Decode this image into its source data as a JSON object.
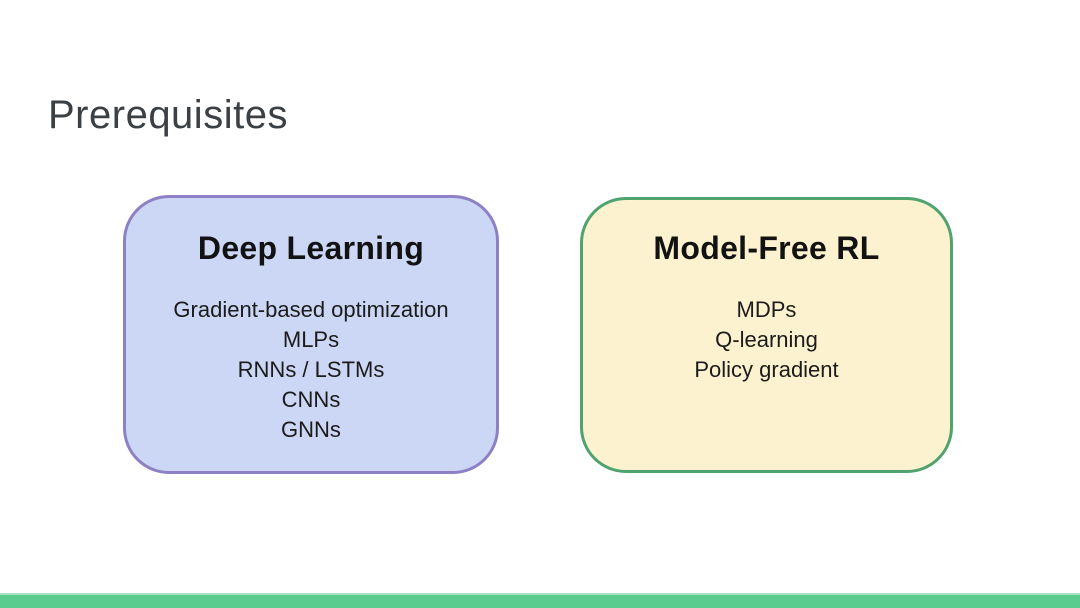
{
  "slide": {
    "title": "Prerequisites",
    "title_color": "#3b4045",
    "background_color": "#ffffff",
    "accent_bar_color": "#5bcb8e",
    "cards": [
      {
        "title": "Deep Learning",
        "fill_color": "#cbd7f4",
        "border_color": "#8d80c5",
        "items": [
          "Gradient-based optimization",
          "MLPs",
          "RNNs / LSTMs",
          "CNNs",
          "GNNs"
        ]
      },
      {
        "title": "Model-Free RL",
        "fill_color": "#fdf2cf",
        "border_color": "#4fa36f",
        "items": [
          "MDPs",
          "Q-learning",
          "Policy gradient"
        ]
      }
    ]
  }
}
